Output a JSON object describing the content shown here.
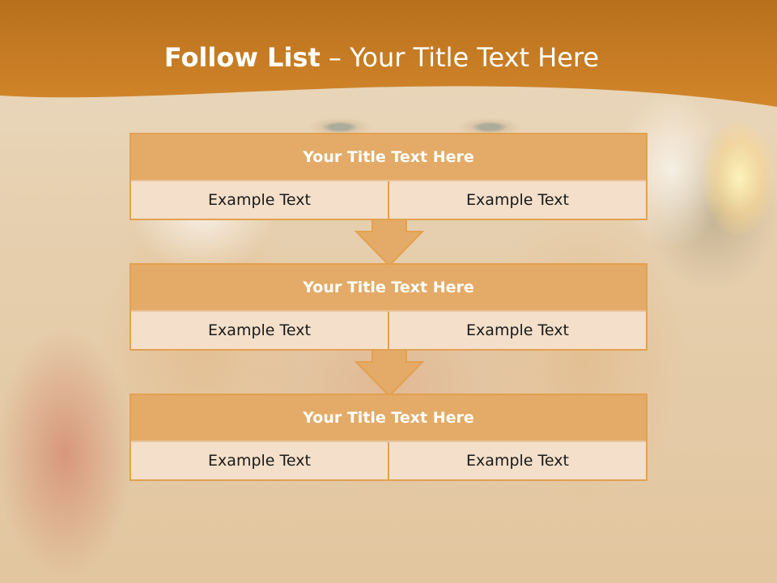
{
  "slide": {
    "title_bold": "Follow List",
    "title_rest": " – Your Title Text Here"
  },
  "blocks": [
    {
      "title": "Your Title Text Here",
      "left": "Example Text",
      "right": "Example Text"
    },
    {
      "title": "Your Title Text Here",
      "left": "Example Text",
      "right": "Example Text"
    },
    {
      "title": "Your Title Text Here",
      "left": "Example Text",
      "right": "Example Text"
    }
  ],
  "colors": {
    "header": "#c8791e",
    "block_title": "#e3ab67",
    "block_cell": "#f3dfca",
    "border": "#e4a04f",
    "arrow": "#e3ab67"
  }
}
